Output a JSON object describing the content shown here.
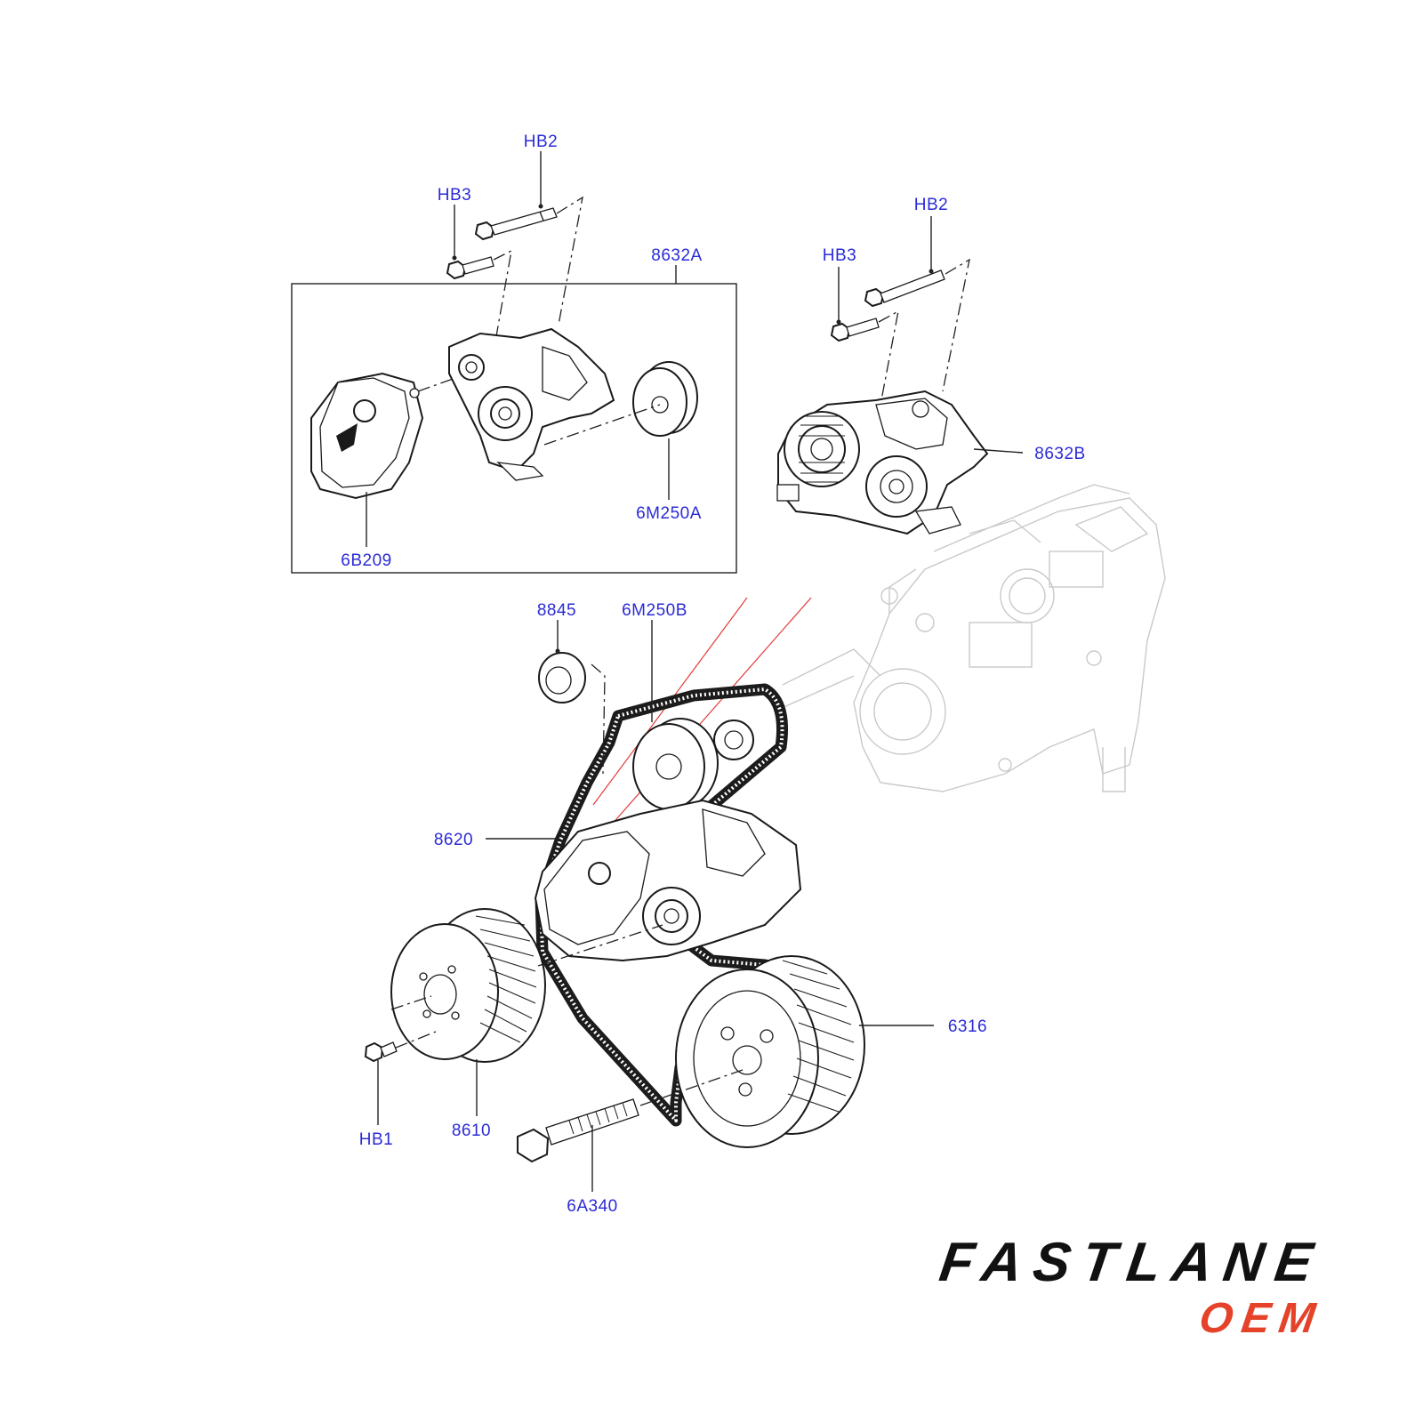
{
  "diagram": {
    "callouts": {
      "hb2_a": "HB2",
      "hb3_a": "HB3",
      "c8632a": "8632A",
      "hb2_b": "HB2",
      "hb3_b": "HB3",
      "c8632b": "8632B",
      "c6b209": "6B209",
      "c6m250a": "6M250A",
      "c8845": "8845",
      "c6m250b": "6M250B",
      "c8620": "8620",
      "c6316": "6316",
      "c8610": "8610",
      "hb1": "HB1",
      "c6a340": "6A340"
    },
    "colors": {
      "callout": "#2b2bd6",
      "line_art": "#1a1a1a",
      "engine_ghost": "#c9c9c9",
      "red_guide": "#e23a3a"
    }
  },
  "logo": {
    "main": "FASTLANE",
    "sub": "OEM",
    "sub_color": "#e4432a"
  }
}
